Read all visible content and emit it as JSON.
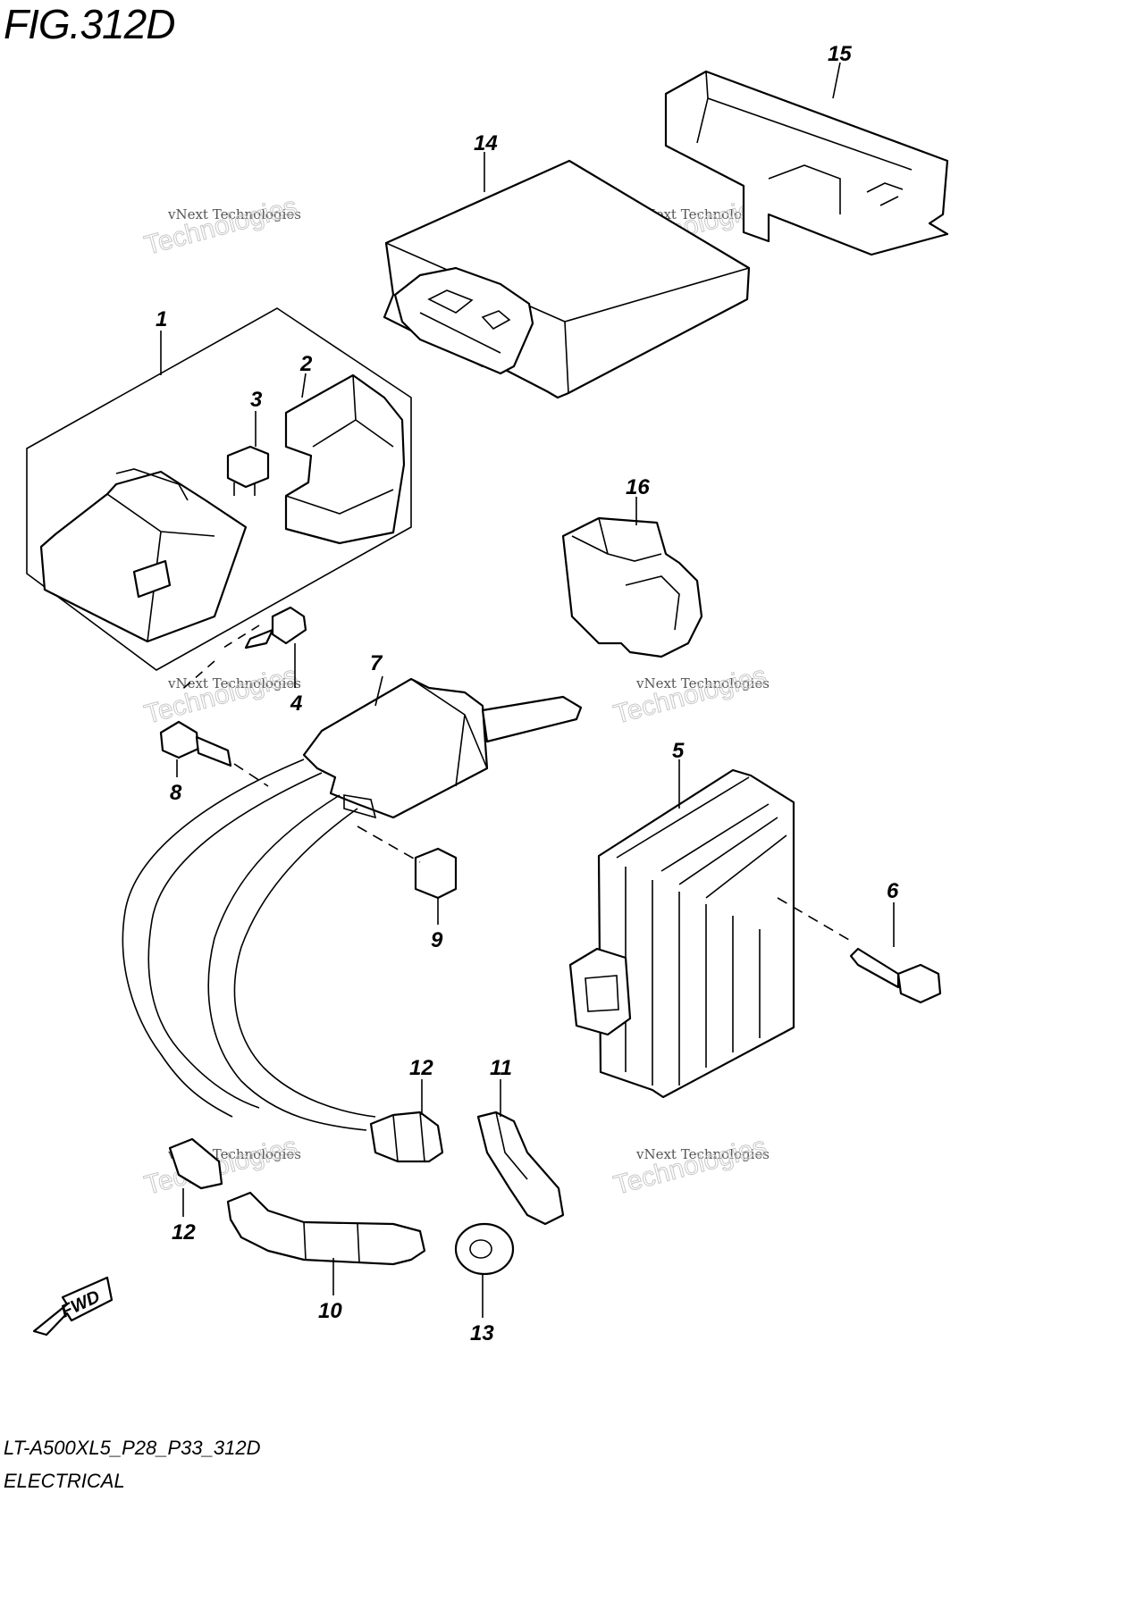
{
  "figure_title": "FIG.312D",
  "model_code": "LT-A500XL5_P28_P33_312D",
  "section": "ELECTRICAL",
  "fwd_label": "FWD",
  "watermark": {
    "line1": "vNext Technologies",
    "line2": "Technologies"
  },
  "callouts": {
    "c1": "1",
    "c2": "2",
    "c3": "3",
    "c4": "4",
    "c5": "5",
    "c6": "6",
    "c7": "7",
    "c8": "8",
    "c9": "9",
    "c10": "10",
    "c11": "11",
    "c12a": "12",
    "c12b": "12",
    "c13": "13",
    "c14": "14",
    "c15": "15",
    "c16": "16"
  }
}
